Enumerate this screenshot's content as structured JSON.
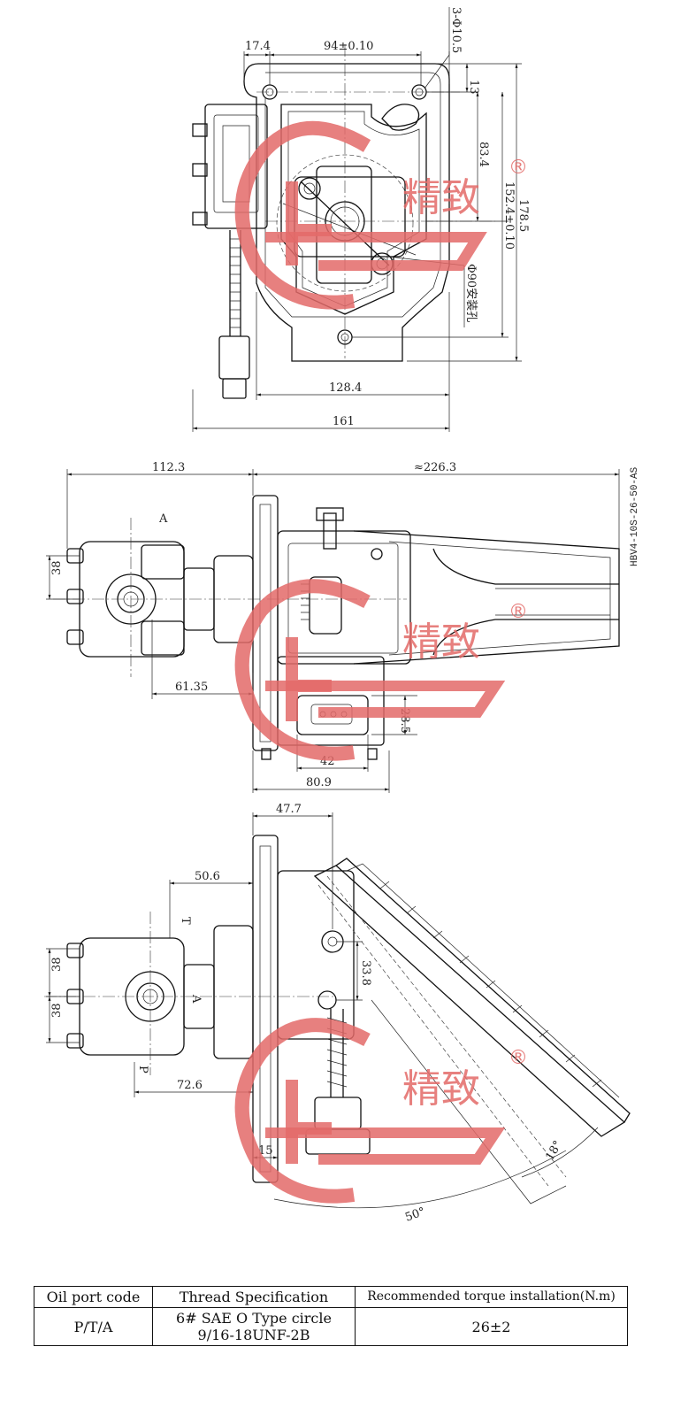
{
  "view_top": {
    "dims": [
      "17.4",
      "94±0.10",
      "3-Φ10.5",
      "13",
      "83.4",
      "152.4±0.10",
      "178.5",
      "Φ90安装孔",
      "128.4",
      "161"
    ]
  },
  "view_side": {
    "dims": [
      "112.3",
      "≈226.3",
      "38",
      "61.35",
      "28.5",
      "42",
      "80.9"
    ],
    "port_label": "A",
    "model_code": "HBV4-10S-26-50-AS"
  },
  "view_angle": {
    "dims": [
      "47.7",
      "50.6",
      "38",
      "38",
      "72.6",
      "33.8",
      "15",
      "18°",
      "50°"
    ],
    "port_labels": [
      "T",
      "A",
      "P"
    ]
  },
  "watermark": {
    "brand_cn": "精致",
    "reg_mark": "®",
    "color": "#e36a68"
  },
  "table": {
    "headers": [
      "Oil port code",
      "Thread Specification",
      "Recommended torque installation(N.m)"
    ],
    "row": {
      "code": "P/T/A",
      "thread_line1": "6# SAE O Type circle",
      "thread_line2": "9/16-18UNF-2B",
      "torque": "26±2"
    }
  }
}
